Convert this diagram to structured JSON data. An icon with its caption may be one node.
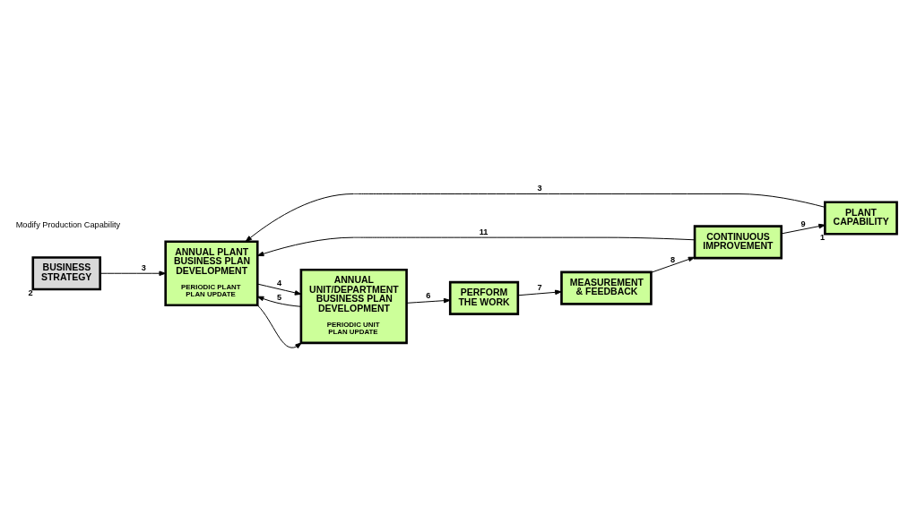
{
  "diagram": {
    "nodes": [
      {
        "text": [
          "BUSINESS STRATEGY"
        ],
        "beside": [
          "2"
        ]
      },
      {
        "text": [
          "PLANT CAPABILITY"
        ],
        "beside": [
          "1"
        ]
      },
      {
        "text": [
          "CONTINUOUS IMPROVEMENT"
        ]
      },
      {
        "text": [
          "ANNUAL PLANT BUSINESS PLAN DEVELOPMENT",
          "PERIODIC PLANT PLAN UPDATE"
        ]
      },
      {
        "text": [
          "ANNUAL UNIT/DEPARTMENT BUSINESS PLAN DEVELOPMENT",
          "PERIODIC UNIT PLAN UPDATE"
        ]
      },
      {
        "text": [
          "MEASUREMENT & FEEDBACK"
        ]
      },
      {
        "text": [
          "PERFORM THE WORK"
        ]
      }
    ],
    "edges": [
      {
        "from": 2,
        "to": 1,
        "arrow": "to",
        "label": "9"
      },
      {
        "from": 1,
        "to": 3,
        "arrow": "to",
        "label": "3"
      },
      {
        "from": 0,
        "to": 3,
        "arrow": "to",
        "label": "3"
      },
      {
        "from": 2,
        "to": 3,
        "arrow": "to",
        "label": "11"
      },
      {
        "from": 3,
        "to": 4,
        "arrow": "to",
        "label": "4"
      },
      {
        "from": 4,
        "to": 3,
        "arrow": "to",
        "label": "5"
      },
      {
        "from": 3,
        "to": 4,
        "arrow": "to"
      },
      {
        "from": 4,
        "to": 6,
        "arrow": "to",
        "label": "6"
      },
      {
        "from": 6,
        "to": 5,
        "arrow": "to",
        "label": "7"
      },
      {
        "from": 5,
        "to": 2,
        "arrow": "to",
        "label": "8"
      }
    ],
    "labels": [
      "Modify Production Capability"
    ]
  }
}
